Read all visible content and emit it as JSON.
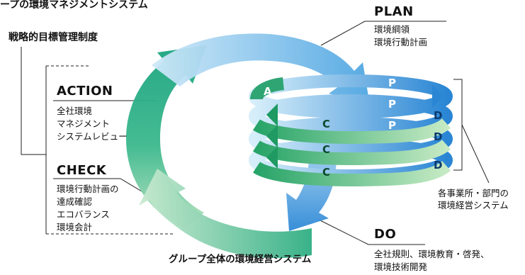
{
  "top_caption": "ープの環境マネジメントシステム",
  "left_title": "戦略的目標管理制度",
  "plan": {
    "title": "PLAN",
    "lines": [
      "環境綱領",
      "環境行動計画"
    ]
  },
  "action": {
    "title": "ACTION",
    "lines": [
      "全社環境",
      "マネジメント",
      "システムレビュー"
    ]
  },
  "check": {
    "title": "CHECK",
    "lines": [
      "環境行動計画の",
      "達成確認",
      "エコバランス",
      "環境会計"
    ]
  },
  "do": {
    "title": "DO",
    "lines": [
      "全社規則、環境教育・啓発、",
      "環境技術開発"
    ]
  },
  "bottom_caption": "グループ全体の環境経営システム",
  "right_caption": [
    "各事業所・部門の",
    "環境経営システム"
  ],
  "coil_letters": {
    "a": "A",
    "p": "P",
    "c": "C",
    "d": "D"
  },
  "colors": {
    "green": "#1aa37f",
    "green_light": "#9cd9a6",
    "blue": "#2d8fd9",
    "blue_light": "#9fd2f2"
  }
}
